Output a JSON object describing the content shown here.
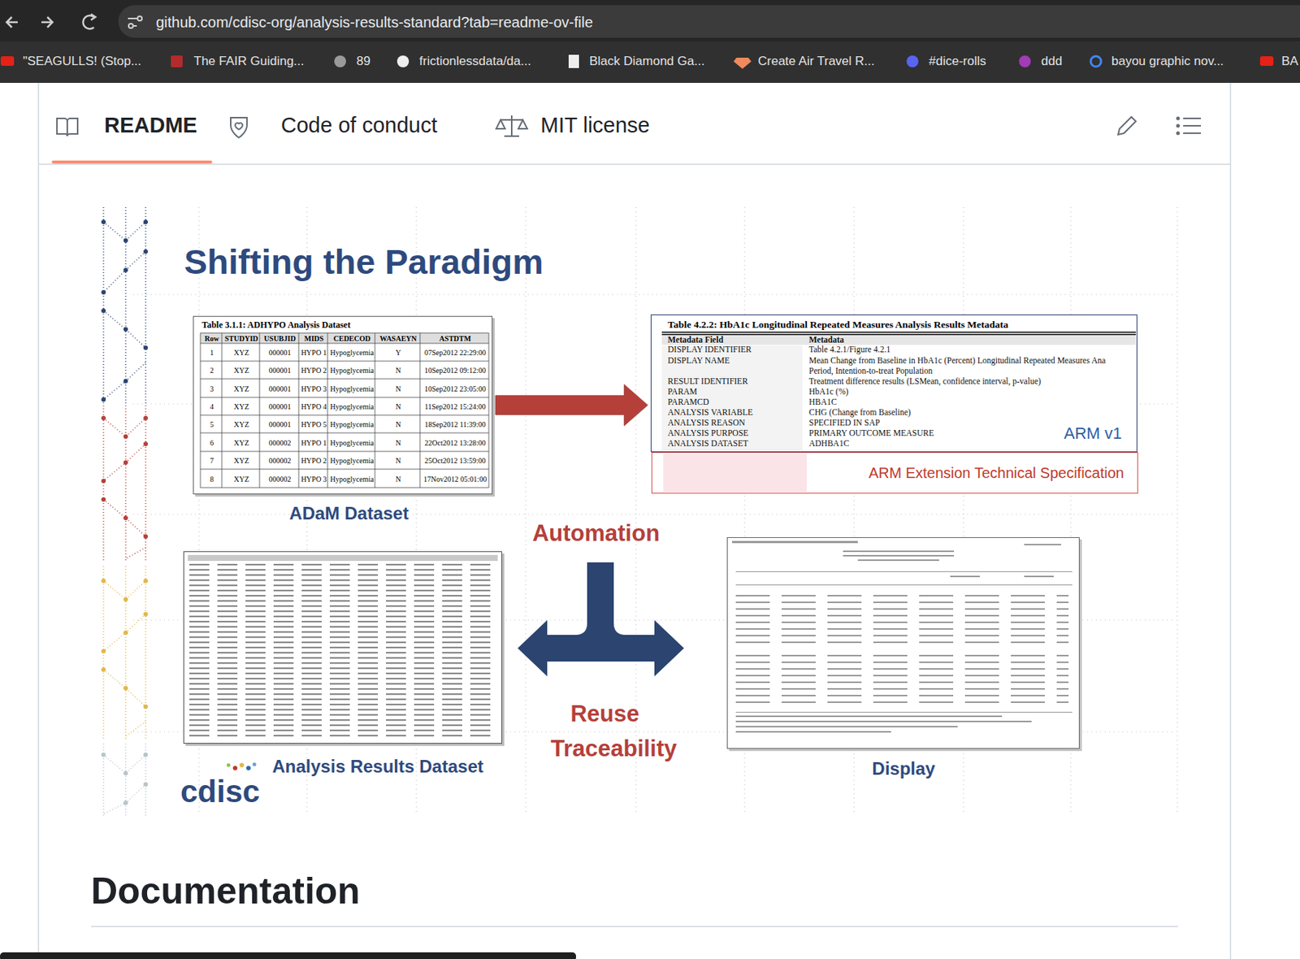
{
  "diagram": {
    "title": "Shifting the Paradigm",
    "nodes": [
      {
        "text": [
          "Table 3.1.1: ADHYPO Analysis Dataset",
          "ADaM Dataset"
        ]
      },
      {
        "text": [
          "Table 4.2.2: HbA1c Longitudinal Repeated Measures Analysis Results Metadata",
          "ARM v1"
        ]
      },
      {
        "text": [
          "ARM Extension Technical Specification"
        ]
      },
      {
        "text": [
          "Analysis Results Dataset"
        ]
      },
      {
        "text": [
          "Display"
        ]
      }
    ],
    "edges": [
      {
        "from": 0,
        "to": 1,
        "arrow": "to"
      }
    ],
    "labels": [
      "github.com/cdisc-org/analysis-results-standard?tab=readme-ov-file",
      "\"SEAGULLS! (Stop...",
      "The FAIR Guiding...",
      "89",
      "frictionlessdata/da...",
      "Black Diamond Ga...",
      "Create Air Travel R...",
      "#dice-rolls",
      "ddd",
      "bayou graphic nov...",
      "BA",
      "README",
      "Code of conduct",
      "MIT license",
      "Row",
      "STUDYID",
      "USUBJID",
      "MIDS",
      "CEDECOD",
      "WASAEYN",
      "ASTDTM",
      "1",
      "XYZ",
      "000001",
      "HYPO 1",
      "Hypoglycemia",
      "Y",
      "07Sep2012 22:29:00",
      "2",
      "XYZ",
      "000001",
      "HYPO 2",
      "Hypoglycemia",
      "N",
      "10Sep2012 09:12:00",
      "3",
      "XYZ",
      "000001",
      "HYPO 3",
      "Hypoglycemia",
      "N",
      "10Sep2012 23:05:00",
      "4",
      "XYZ",
      "000001",
      "HYPO 4",
      "Hypoglycemia",
      "N",
      "11Sep2012 15:24:00",
      "5",
      "XYZ",
      "000001",
      "HYPO 5",
      "Hypoglycemia",
      "N",
      "18Sep2012 11:39:00",
      "6",
      "XYZ",
      "000002",
      "HYPO 1",
      "Hypoglycemia",
      "N",
      "22Oct2012 13:28:00",
      "7",
      "XYZ",
      "000002",
      "HYPO 2",
      "Hypoglycemia",
      "N",
      "25Oct2012 13:59:00",
      "8",
      "XYZ",
      "000002",
      "HYPO 3",
      "Hypoglycemia",
      "N",
      "17Nov2012 05:01:00",
      "Metadata Field",
      "Metadata",
      "DISPLAY IDENTIFIER",
      "Table 4.2.1/Figure 4.2.1",
      "DISPLAY NAME",
      "Mean Change from Baseline in HbA1c (Percent) Longitudinal Repeated Measures Ana",
      "Period, Intention-to-treat Population",
      "RESULT IDENTIFIER",
      "Treatment difference results (LSMean, confidence interval, p-value)",
      "PARAM",
      "HbA1c (%)",
      "PARAMCD",
      "HBA1C",
      "ANALYSIS VARIABLE",
      "CHG (Change from Baseline)",
      "ANALYSIS REASON",
      "SPECIFIED IN SAP",
      "ANALYSIS PURPOSE",
      "PRIMARY OUTCOME MEASURE",
      "ANALYSIS DATASET",
      "ADHBA1C",
      "Automation",
      "Reuse",
      "Traceability",
      "cdisc",
      "Documentation"
    ]
  }
}
